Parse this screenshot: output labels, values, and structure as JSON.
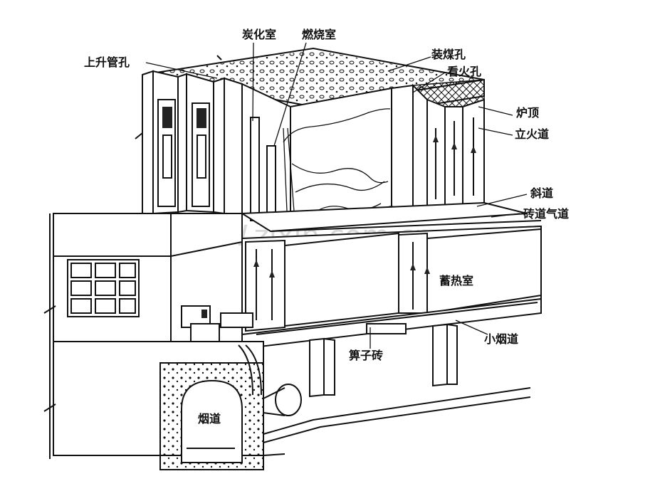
{
  "labels": {
    "carbonization_chamber": "炭化室",
    "combustion_chamber": "燃烧室",
    "ascension_pipe_hole": "上升管孔",
    "coal_charging_hole": "装煤孔",
    "peephole": "看火孔",
    "oven_top": "炉顶",
    "vertical_flue": "立火道",
    "inclined_duct": "斜道",
    "brick_gas_duct": "砖道气道",
    "regenerator": "蓄热室",
    "small_flue": "小烟道",
    "grid_brick": "箅子砖",
    "flue": "烟道"
  },
  "colors": {
    "line": "#111111",
    "background": "#ffffff",
    "watermark": "#d9d9d9"
  }
}
